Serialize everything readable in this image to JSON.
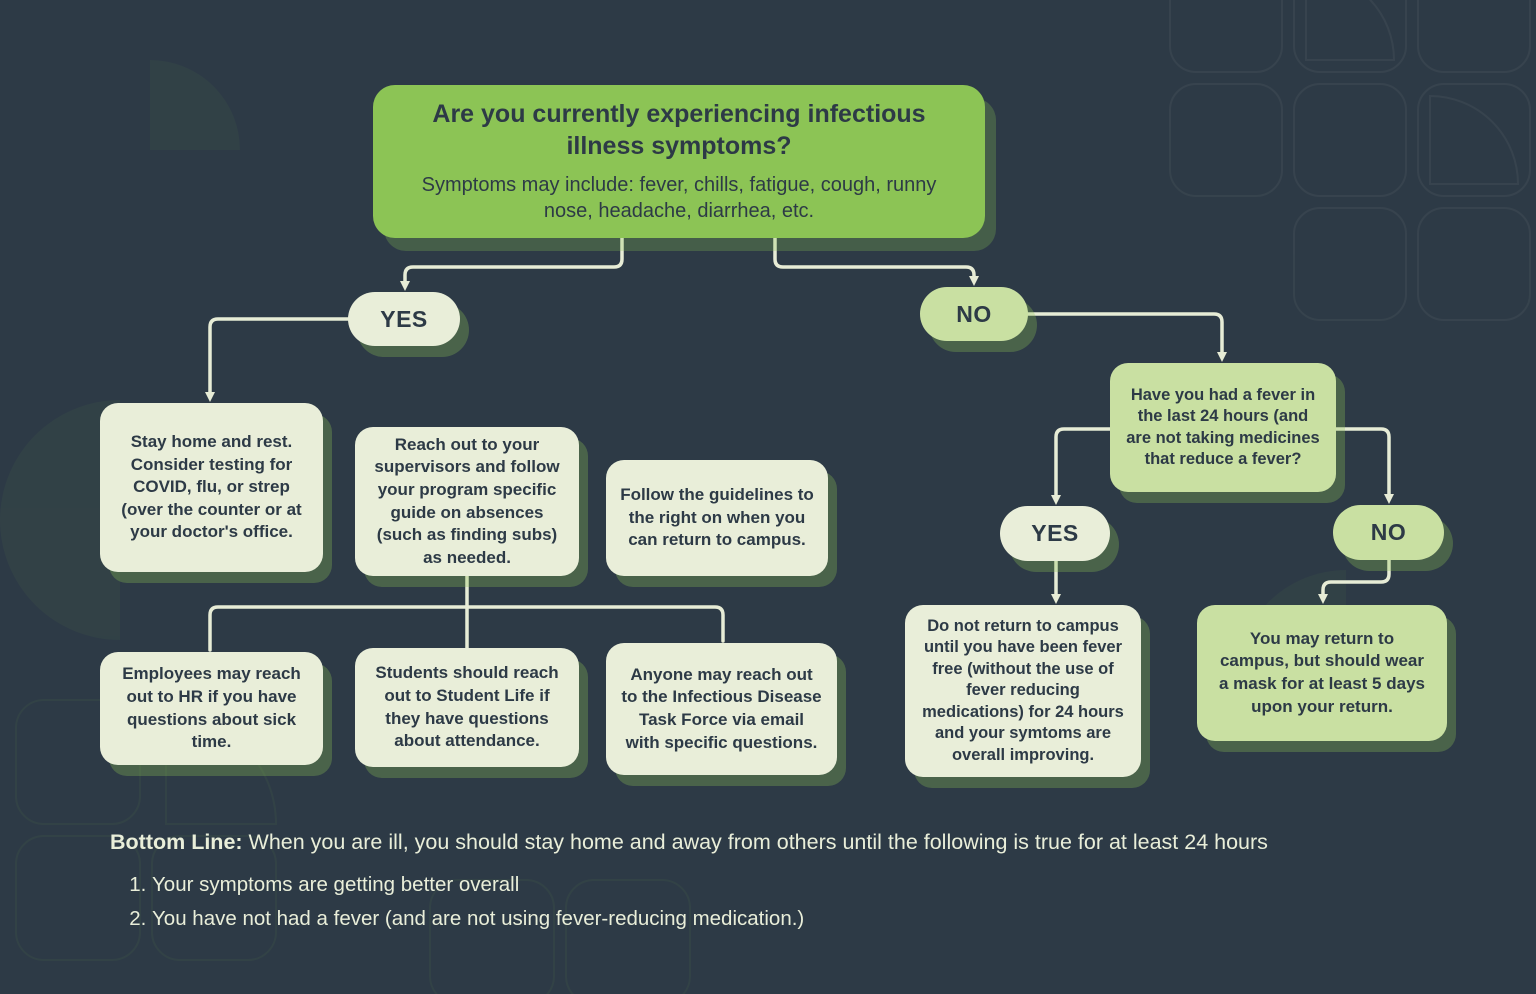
{
  "colors": {
    "background": "#2d3a46",
    "accent_green": "#8cc455",
    "cream_box": "#e9eed9",
    "light_green_box": "#c9e0a2",
    "dark_text": "#2d3a46",
    "light_text": "#e9eed9",
    "connector": "#e7ecd6"
  },
  "root": {
    "title": "Are you currently experiencing infectious illness symptoms?",
    "subtitle": "Symptoms may include: fever, chills, fatigue, cough, runny nose, headache, diarrhea, etc."
  },
  "level1": {
    "yes": "YES",
    "no": "NO"
  },
  "yes_branch": {
    "stay_home": "Stay home and rest. Consider testing for COVID, flu, or strep (over the counter or at your doctor's office.",
    "reach_out": "Reach out to your supervisors and follow your program specific guide on absences (such as finding subs) as needed.",
    "follow_guidelines": "Follow the guidelines to the right on when you can return to campus.",
    "employees": "Employees may reach out to HR if you have questions about sick time.",
    "students": "Students should reach out to Student Life if they have questions about attendance.",
    "anyone": "Anyone may reach out to the Infectious Disease Task Force via email with specific questions."
  },
  "no_branch": {
    "fever_question": "Have you had a fever in the last 24 hours (and are not taking medicines that reduce a fever?",
    "yes": "YES",
    "no": "NO",
    "do_not_return": "Do not return to campus until you have been fever free (without the use of fever reducing medications) for 24 hours and your symtoms are overall improving.",
    "may_return": "You may return to campus, but should wear a mask for at least 5 days upon your return."
  },
  "bottom": {
    "lead_bold": "Bottom Line:",
    "lead_rest": " When you are ill, you should stay home and away from others until the following is true for at least 24 hours",
    "items": [
      "Your symptoms are getting better overall",
      "You have not had a fever (and are not using fever-reducing medication.)"
    ]
  }
}
